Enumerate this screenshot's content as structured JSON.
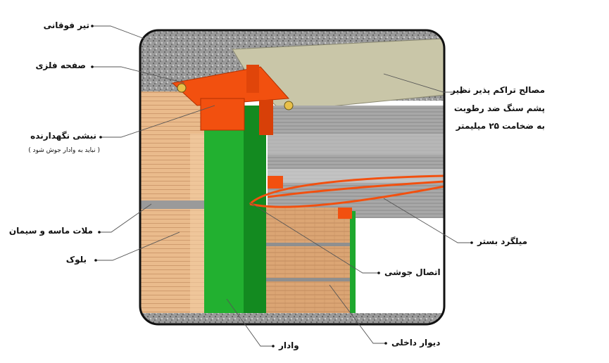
{
  "labels": {
    "top_beam": "تیر فوقانی",
    "metal_plate": "صفحه فلزی",
    "retaining_angle": "نبشی نگهدارنده",
    "retaining_angle_note": "( نباید به وادار جوش شود )",
    "mortar": "ملات ماسه و سیمان",
    "block": "بلوک",
    "stud": "وادار",
    "inner_wall": "دیوار داخلی",
    "welded_joint": "اتصال جوشی",
    "bed_rebar": "میلگرد بستر",
    "compressible_line1": "مصالح تراکم پذیر نظیر",
    "compressible_line2": "پشم سنگ ضد رطوبت",
    "compressible_line3": "به ضخامت ۲۵ میلیمتر"
  },
  "colors": {
    "column_green": "#1fa82e",
    "steel_orange": "#f2500f",
    "block_tan": "#e8b98a",
    "concrete_gray": "#8d8d8d",
    "frame": "#111111"
  }
}
